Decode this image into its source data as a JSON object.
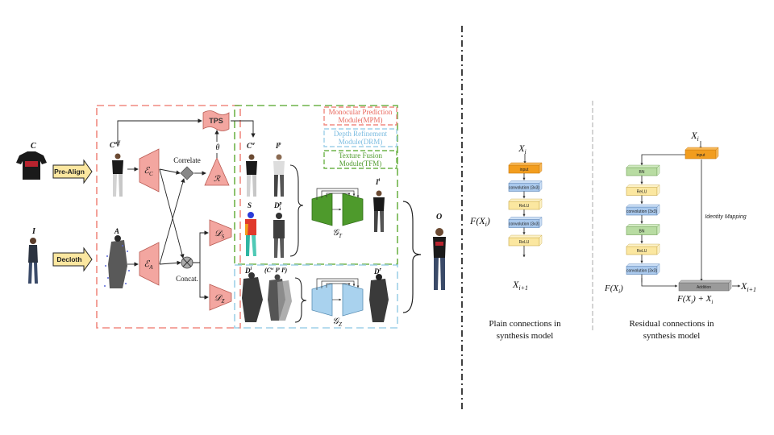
{
  "left": {
    "images": {
      "C": "C",
      "I": "I",
      "Caff": "C",
      "Caff_sup": "aff",
      "A": "A",
      "Cw": "C",
      "Cw_sup": "w",
      "S": "S",
      "Ip": "I",
      "Ip_sup": "p",
      "Dpi": "D",
      "Dpi_sup": "p",
      "Dpi_sub": "i",
      "It": "I",
      "It_sup": "t",
      "O": "O",
      "Di": "D",
      "Di_sup": "i",
      "Dr": "D",
      "Dr_sup": "r",
      "tuple": "(C",
      "tuple_rest": " I",
      "tuple_end": ")"
    },
    "arrows": {
      "pre_align": "Pre-Align",
      "decloth": "Decloth"
    },
    "nodes": {
      "tps": "TPS",
      "theta": "θ",
      "correlate": "Correlate",
      "concat": "Concat.",
      "ec": "C",
      "ea": "A",
      "r": "R",
      "ds": "S",
      "dz": "Z",
      "gt": "T",
      "gz": "Z"
    },
    "legend": {
      "mpm_line1": "Monocular Prediction",
      "mpm_line2": "Module(MPM)",
      "drm_line1": "Depth Refinement",
      "drm_line2": "Module(DRM)",
      "tfm_line1": "Texture Fusion",
      "tfm_line2": "Module(TFM)"
    }
  },
  "plain": {
    "input_var": "X",
    "input_sub": "i",
    "blocks": [
      "input",
      "convolution (3x3)",
      "ReLU",
      "convolution (3x3)",
      "ReLU"
    ],
    "fx": "F(X",
    "fx_sub": "i",
    "fx_end": ")",
    "output_var": "X",
    "output_sub": "i+1",
    "caption_line1": "Plain connections in",
    "caption_line2": "synthesis model"
  },
  "residual": {
    "input_var": "X",
    "input_sub": "i",
    "input_block": "input",
    "blocks": [
      "BN",
      "ReLU",
      "convolution (3x3)",
      "BN",
      "ReLU",
      "convolution (3x3)"
    ],
    "identity": "Identity Mapping",
    "addition": "Addition",
    "fx": "F(X",
    "fx_sub": "i",
    "fx_end": ")",
    "sum": "F(X",
    "sum_sub": "i",
    "sum_end": ") + X",
    "sum_sub2": "i",
    "output_var": "X",
    "output_sub": "i+1",
    "caption_line1": "Residual connections in",
    "caption_line2": "synthesis model"
  },
  "colors": {
    "mpm": "#f08a80",
    "drm": "#9fd0e8",
    "tfm": "#6fb44a",
    "pink_node": "#f3a6a0",
    "orange": "#f29d1e",
    "blue_block": "#a9c8ec",
    "yellow_block": "#fbe7a0",
    "green_block": "#b8dca2",
    "gray_block": "#9a9a9a",
    "arrow_fill": "#fbe7a0"
  }
}
